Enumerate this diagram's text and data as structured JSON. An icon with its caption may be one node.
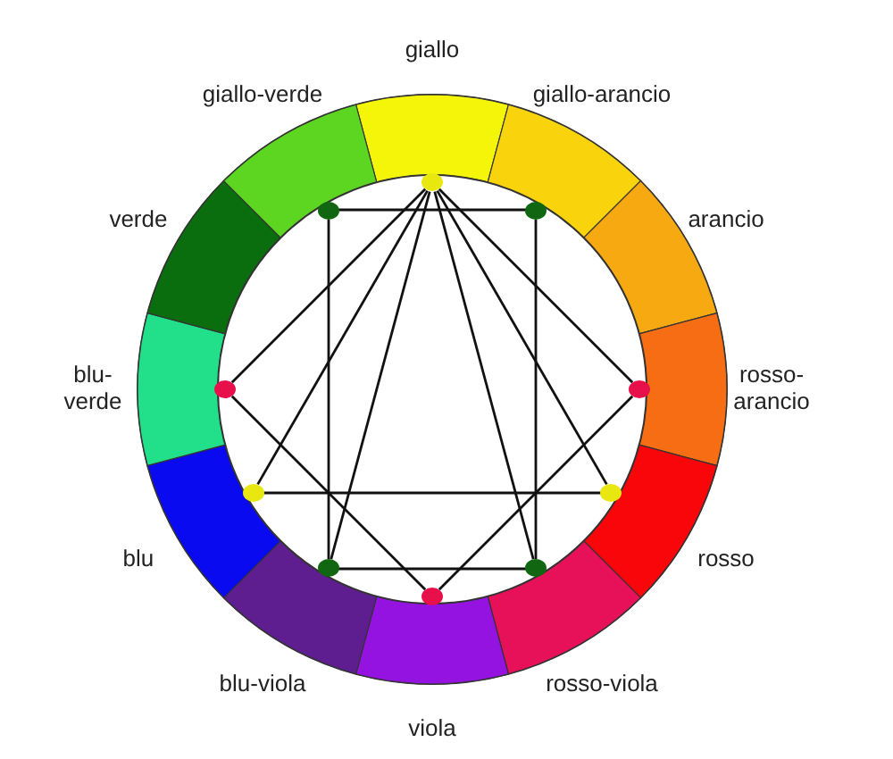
{
  "diagram": {
    "nodes": [
      {
        "text": [
          "giallo"
        ]
      },
      {
        "text": [
          "giallo-arancio"
        ]
      },
      {
        "text": [
          "arancio"
        ]
      },
      {
        "text": [
          "rosso-arancio"
        ]
      },
      {
        "text": [
          "rosso"
        ]
      },
      {
        "text": [
          "rosso-viola"
        ]
      },
      {
        "text": [
          "viola"
        ]
      },
      {
        "text": [
          "blu-viola"
        ]
      },
      {
        "text": [
          "blu"
        ]
      },
      {
        "text": [
          "blu-verde"
        ]
      },
      {
        "text": [
          "verde"
        ]
      },
      {
        "text": [
          "giallo-verde"
        ]
      },
      {
        "text": [],
        "shape": "circle"
      },
      {
        "text": [],
        "shape": "circle"
      },
      {
        "text": [],
        "shape": "circle"
      },
      {
        "text": [],
        "shape": "circle"
      },
      {
        "text": [],
        "shape": "circle"
      },
      {
        "text": [],
        "shape": "circle"
      },
      {
        "text": [],
        "shape": "circle"
      },
      {
        "text": [],
        "shape": "circle"
      },
      {
        "text": [],
        "shape": "circle"
      },
      {
        "text": [],
        "shape": "circle"
      }
    ],
    "edges": [
      {
        "from": 12,
        "to": 15,
        "arrow": "none"
      },
      {
        "from": 12,
        "to": 17,
        "arrow": "none"
      },
      {
        "from": 12,
        "to": 19,
        "arrow": "none"
      },
      {
        "from": 12,
        "to": 20,
        "arrow": "none"
      },
      {
        "from": 12,
        "to": 18,
        "arrow": "none"
      },
      {
        "from": 12,
        "to": 16,
        "arrow": "none"
      },
      {
        "from": 13,
        "to": 14,
        "arrow": "none"
      },
      {
        "from": 14,
        "to": 20,
        "arrow": "none"
      },
      {
        "from": 20,
        "to": 19,
        "arrow": "none"
      },
      {
        "from": 19,
        "to": 13,
        "arrow": "none"
      },
      {
        "from": 17,
        "to": 18,
        "arrow": "none"
      },
      {
        "from": 15,
        "to": 21,
        "arrow": "none"
      },
      {
        "from": 16,
        "to": 21,
        "arrow": "none"
      }
    ]
  }
}
